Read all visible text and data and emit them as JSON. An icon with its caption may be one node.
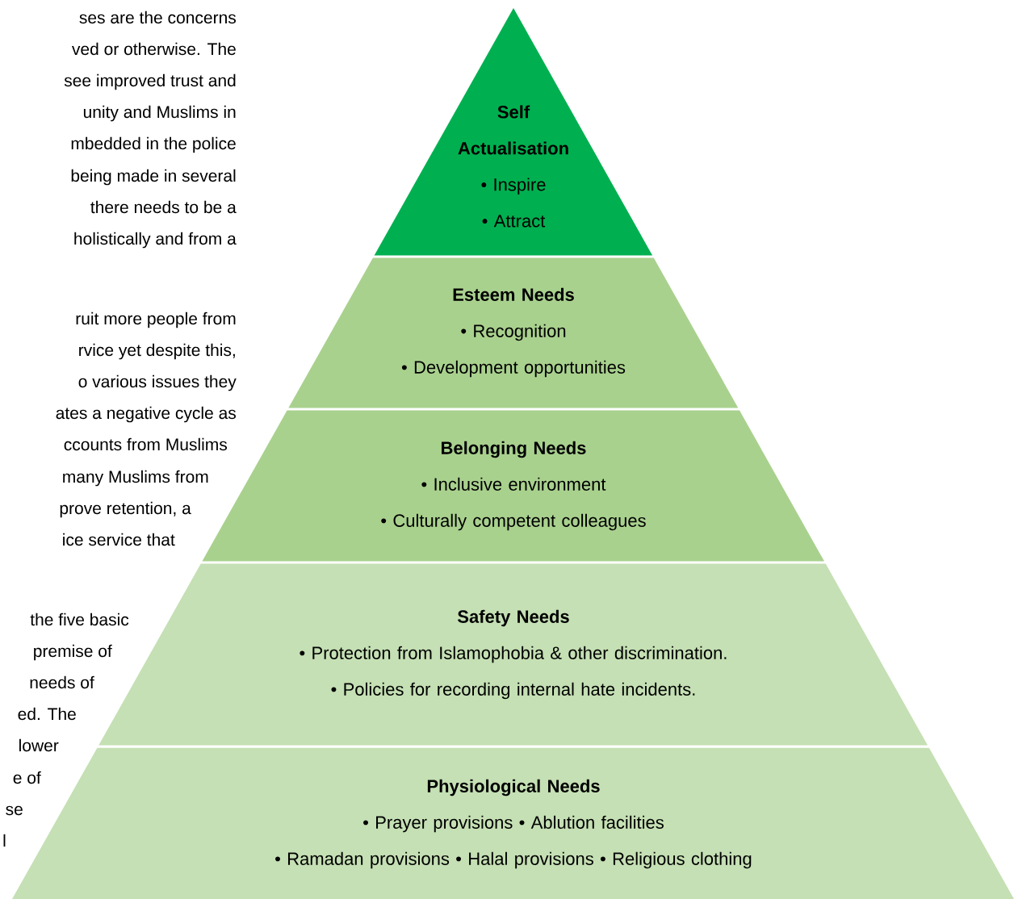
{
  "diagram": {
    "nodes": [
      {
        "text": [
          "Self Actualisation",
          "• Inspire",
          "• Attract"
        ]
      },
      {
        "text": [
          "Esteem Needs",
          "• Recognition",
          "• Development opportunities"
        ]
      },
      {
        "text": [
          "Belonging Needs",
          "• Inclusive environment",
          "• Culturally competent colleagues"
        ]
      },
      {
        "text": [
          "Safety Needs",
          "• Protection from Islamophobia & other discrimination.",
          "• Policies for recording internal hate incidents."
        ]
      },
      {
        "text": [
          "Physiological Needs",
          "• Prayer provisions • Ablution facilities",
          "• Ramadan provisions • Halal provisions • Religious clothing"
        ]
      }
    ],
    "labels": [
      "ses are the concerns",
      "ved or otherwise. The",
      "see improved trust and",
      "unity and Muslims in",
      "mbedded in the police",
      "being made in several",
      "there needs to be a",
      "holistically and from a",
      "ruit more people from",
      "rvice yet despite this,",
      "o various issues they",
      "ates a negative cycle as",
      "ccounts from Muslims",
      "many Muslims from",
      "prove retention, a",
      "ice service that",
      "the five basic",
      "premise of",
      "needs of",
      "ed. The",
      "lower",
      "e of",
      "se",
      "l"
    ]
  }
}
